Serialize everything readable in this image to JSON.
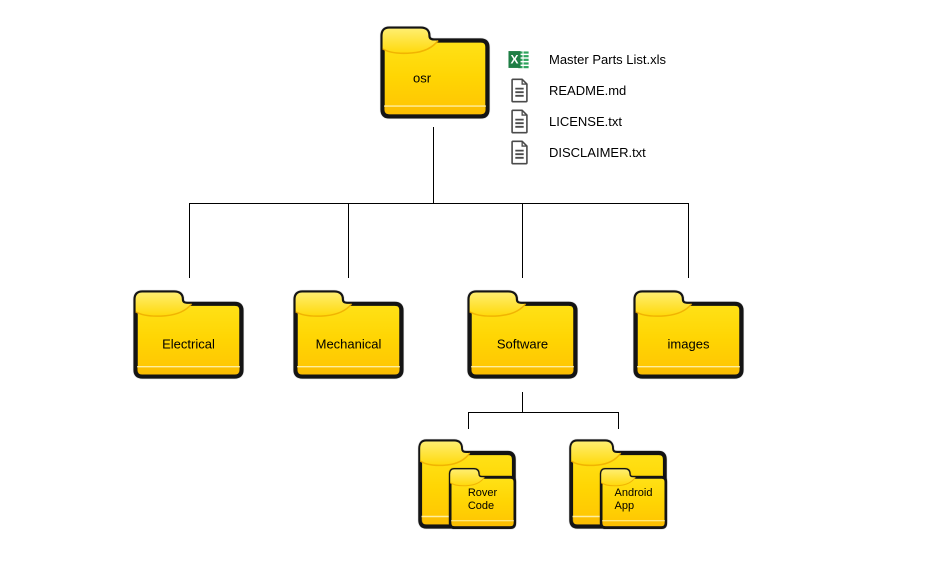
{
  "colors": {
    "connector": "#000000",
    "folder_outline": "#141414",
    "folder_yellow_top": "#FFE61E",
    "folder_yellow_mid": "#FFD503",
    "folder_yellow_bottom": "#FFC303",
    "folder_flap_top": "#FFEE6F",
    "folder_flap_bottom": "#FFD90A",
    "folder_flap_edge": "#EFAD00",
    "excel_panel_green": "#1E7E45",
    "excel_stripe_green": "#2FA45E",
    "doc_icon_gray": "#4B4B4B",
    "label_text": "#000000"
  },
  "root": {
    "label": "osr"
  },
  "files": [
    {
      "name": "Master Parts List.xls",
      "icon": "excel-file-icon"
    },
    {
      "name": "README.md",
      "icon": "document-icon"
    },
    {
      "name": "LICENSE.txt",
      "icon": "document-icon"
    },
    {
      "name": "DISCLAIMER.txt",
      "icon": "document-icon"
    }
  ],
  "level1": [
    {
      "label": "Electrical"
    },
    {
      "label": "Mechanical"
    },
    {
      "label": "Software"
    },
    {
      "label": "images"
    }
  ],
  "level2": [
    {
      "label": "Rover\nCode"
    },
    {
      "label": "Android\nApp"
    }
  ],
  "edges": [
    {
      "from": "osr",
      "to": "Electrical"
    },
    {
      "from": "osr",
      "to": "Mechanical"
    },
    {
      "from": "osr",
      "to": "Software"
    },
    {
      "from": "osr",
      "to": "images"
    },
    {
      "from": "Software",
      "to": "Rover Code"
    },
    {
      "from": "Software",
      "to": "Android App"
    }
  ]
}
